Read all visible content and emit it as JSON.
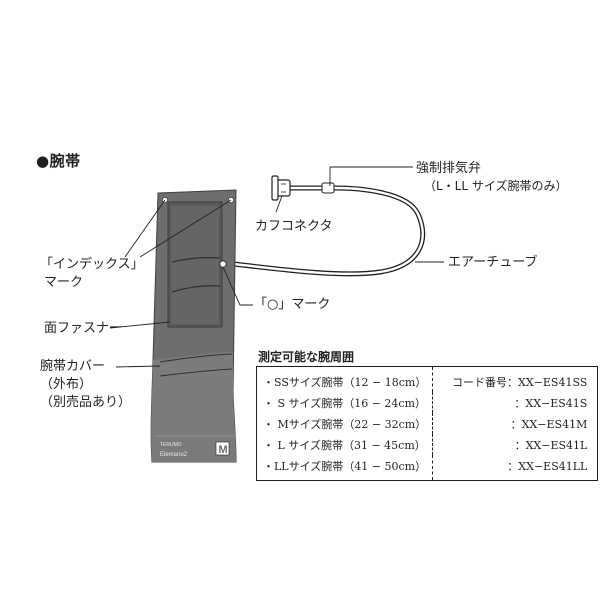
{
  "section": {
    "title": "●腕帯"
  },
  "labels": {
    "valve_line1": "強制排気弁",
    "valve_line2": "（L・LL サイズ腕帯のみ）",
    "connector": "カフコネクタ",
    "tube": "エアーチューブ",
    "index_line1": "「インデックス」",
    "index_line2": "マーク",
    "o_mark": "「○」マーク",
    "fastener": "面ファスナー",
    "cover_line1": "腕帯カバー",
    "cover_line2": "（外布）",
    "cover_line3": "（別売品あり）"
  },
  "cuff_print": {
    "brand": "TERUMO",
    "model": "Elemano2",
    "size_letter": "M"
  },
  "table": {
    "title": "測定可能な腕周囲",
    "rows": [
      {
        "size": "・SSサイズ腕帯（12 − 18cm）",
        "code": "コード番号：XX−ES41SS"
      },
      {
        "size": "・ S サイズ腕帯（16 − 24cm）",
        "code": "：XX−ES41S"
      },
      {
        "size": "・ Mサイズ腕帯（22 − 32cm）",
        "code": "：XX−ES41M"
      },
      {
        "size": "・ L サイズ腕帯（31 − 45cm）",
        "code": "：XX−ES41L"
      },
      {
        "size": "・LLサイズ腕帯（41 − 50cm）",
        "code": "：XX−ES41LL"
      }
    ]
  }
}
